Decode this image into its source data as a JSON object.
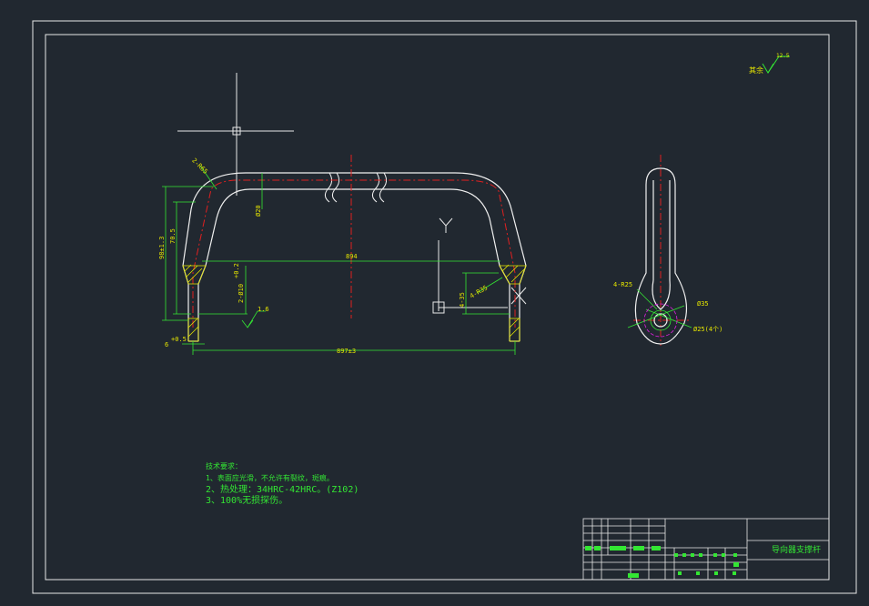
{
  "drawing": {
    "title_block_name": "导向器支撑杆",
    "surface_mark": "其余",
    "surface_value": "12.5"
  },
  "dimensions": {
    "radius_top": "2-R65",
    "dia_20": "Ø20",
    "height_98": "98±1.3",
    "height_70": "70.5",
    "span_894": "894",
    "hole_2x10": "2-Ø10",
    "hole_tol": "+0.2",
    "r35": "4-R35",
    "d35": "4-35",
    "foot_6": "6",
    "foot_tol": "+0.5",
    "overall_897": "897±3",
    "side_r25": "4-R25",
    "side_d35": "Ø35",
    "side_d25": "Ø25(4个)",
    "finish_symbol": "1.6"
  },
  "notes": {
    "heading": "技术要求：",
    "line1": "1、表面应光滑，不允许有裂纹，斑痕。",
    "line2": "2、热处理：34HRC-42HRC。(Z102)",
    "line3": "3、100%无损探伤。"
  },
  "colors": {
    "background": "#212830",
    "frame": "#e8e8e8",
    "outline": "#f0f0f0",
    "dimension": "#33e633",
    "text": "#e6e600",
    "centerline": "#e02020",
    "hatch": "#e6e600",
    "magenta": "#e020e0"
  }
}
